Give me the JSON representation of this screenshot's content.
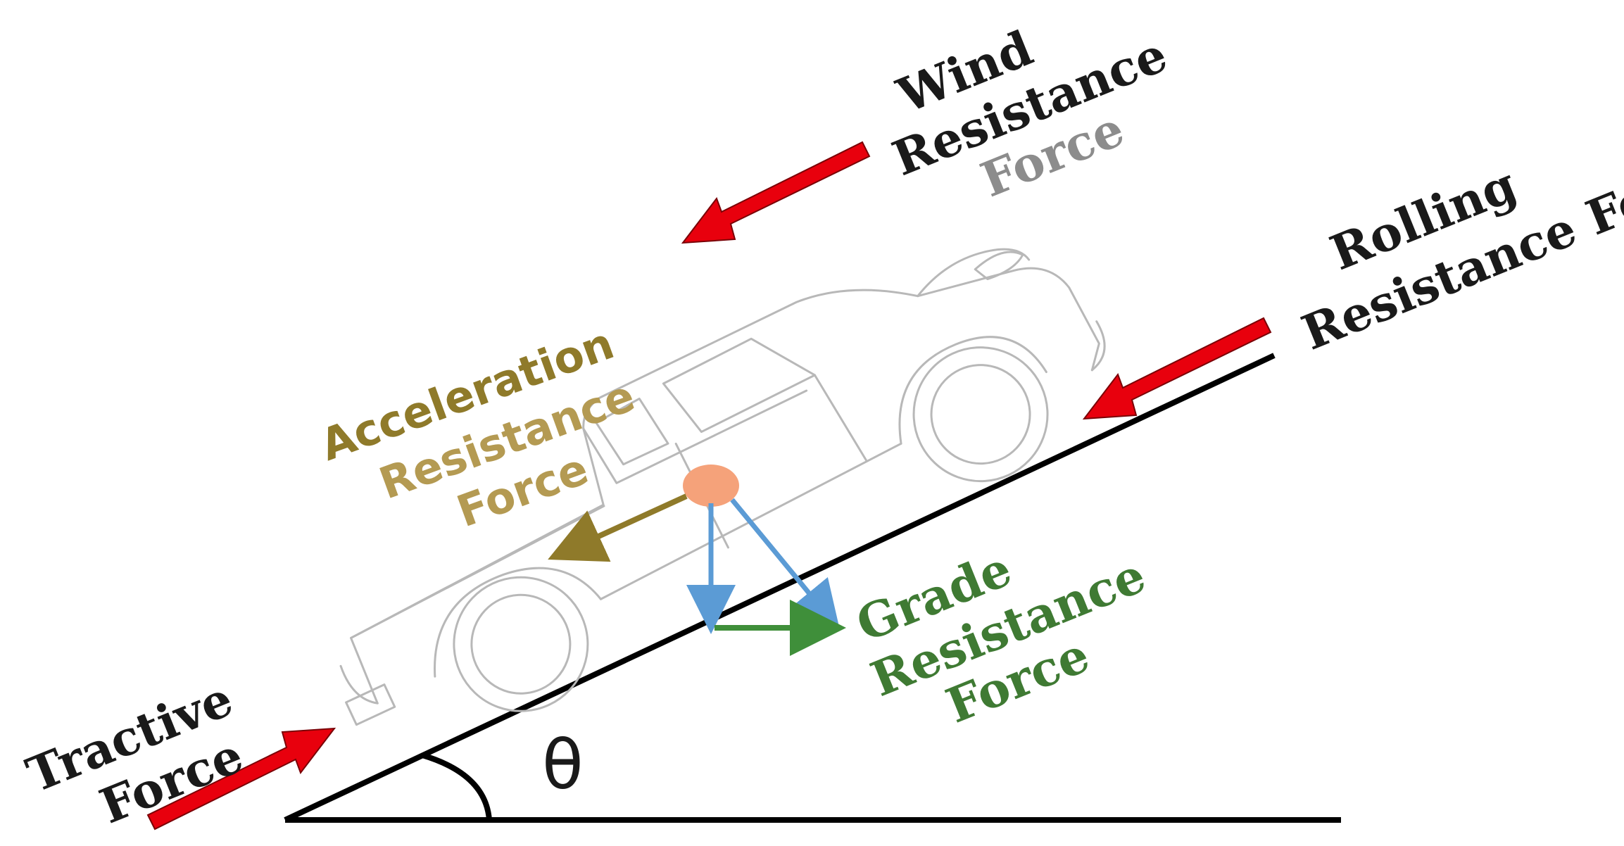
{
  "labels": {
    "wind": [
      "Wind",
      "Resistance",
      "Force"
    ],
    "rolling": [
      "Rolling",
      "Resistance Force"
    ],
    "acceleration": [
      "Acceleration",
      "Resistance",
      "Force"
    ],
    "grade": [
      "Grade",
      "Resistance",
      "Force"
    ],
    "tractive": [
      "Tractive",
      "Force"
    ],
    "angle": "θ"
  },
  "colors": {
    "force_arrow": "#e8000d",
    "acceleration_text": "#8f7a2a",
    "acceleration_text_light": "#b49a52",
    "grade_text": "#3f7a33",
    "grade_vector": "#3f8f3a",
    "weight_vectors": "#5b9bd5",
    "center_of_mass": "#f5a27a",
    "label_dark": "#1a1a1a",
    "label_grey": "#8c8c8c",
    "car_outline": "#b8b8b8"
  },
  "icons": {
    "vehicle": "pickup-truck-outline",
    "center_of_mass": "filled-circle"
  }
}
